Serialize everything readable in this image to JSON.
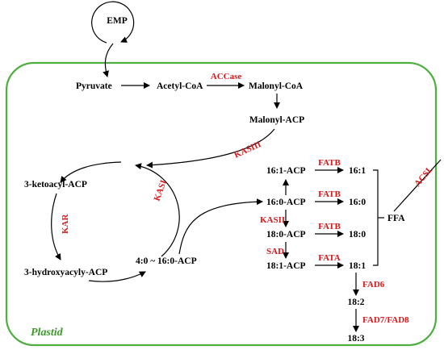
{
  "colors": {
    "membrane": "#4caf3e",
    "enzyme": "#d7191c",
    "metabolite": "#000000",
    "plastid_label": "#3f9a2e"
  },
  "compartment": {
    "label": "Plastid"
  },
  "metabolites": {
    "emp": "EMP",
    "pyruvate": "Pyruvate",
    "acetyl_coa": "Acetyl-CoA",
    "malonyl_coa": "Malonyl-CoA",
    "malonyl_acp": "Malonyl-ACP",
    "ketoacyl_acp": "3-ketoacyl-ACP",
    "hydroxyacyl_acp": "3-hydroxyacyly-ACP",
    "acp_range": "4:0 ~ 16:0-ACP",
    "acp_16_1": "16:1-ACP",
    "acp_16_0": "16:0-ACP",
    "acp_18_0": "18:0-ACP",
    "acp_18_1": "18:1-ACP",
    "fa_16_1": "16:1",
    "fa_16_0": "16:0",
    "fa_18_0": "18:0",
    "fa_18_1": "18:1",
    "fa_18_2": "18:2",
    "fa_18_3": "18:3",
    "ffa": "FFA"
  },
  "enzymes": {
    "accase": "ACCase",
    "kasiii": "KASIII",
    "kasi": "KASI",
    "kar": "KAR",
    "kasii": "KASII",
    "sad": "SAD",
    "fatb_1": "FATB",
    "fatb_2": "FATB",
    "fatb_3": "FATB",
    "fata": "FATA",
    "fad6": "FAD6",
    "fad78": "FAD7/FAD8",
    "acsl": "ACSL"
  }
}
